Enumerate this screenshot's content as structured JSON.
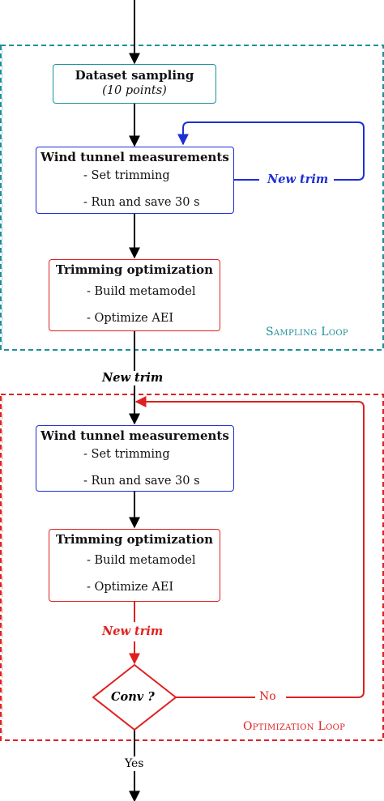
{
  "sampling_loop": {
    "label": "Sampling Loop",
    "color": "#1e8f9a",
    "dataset_box": {
      "title": "Dataset sampling",
      "subtitle": "(10 points)"
    },
    "wind_box": {
      "title": "Wind tunnel measurements",
      "items": [
        "- Set trimming",
        "- Run and save 30 s"
      ]
    },
    "trim_box": {
      "title": "Trimming optimization",
      "items": [
        "- Build metamodel",
        "- Optimize AEI"
      ]
    },
    "feedback_label": "New trim",
    "feedback_color": "#1d2fd4"
  },
  "between_label": "New trim",
  "optimization_loop": {
    "label": "Optimization Loop",
    "color": "#e0201f",
    "wind_box": {
      "title": "Wind tunnel measurements",
      "items": [
        "- Set trimming",
        "- Run and save 30 s"
      ]
    },
    "trim_box": {
      "title": "Trimming optimization",
      "items": [
        "- Build metamodel",
        "- Optimize AEI"
      ]
    },
    "new_trim_label": "New trim",
    "decision": {
      "label": "Conv ?",
      "no_label": "No",
      "yes_label": "Yes"
    }
  }
}
